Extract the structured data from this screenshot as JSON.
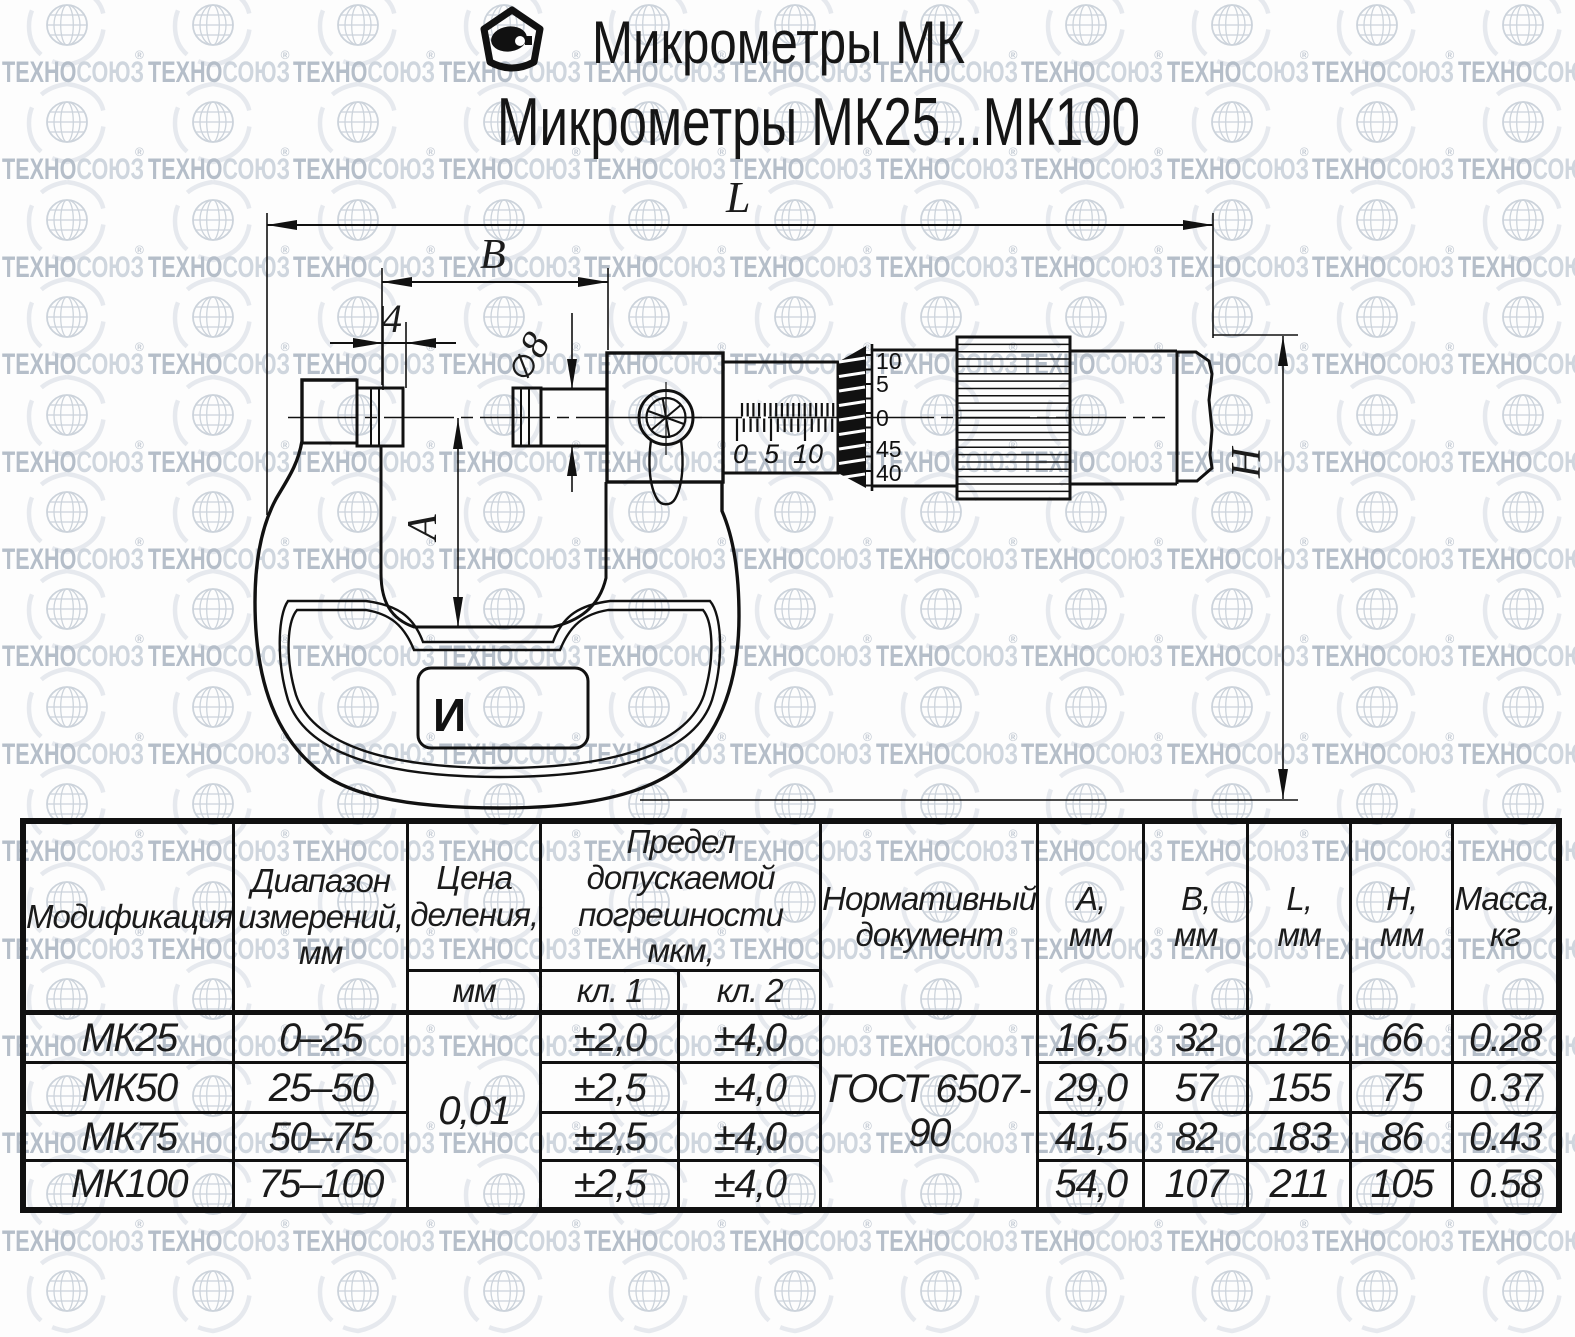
{
  "watermark": {
    "dark": "ТЕХНО",
    "light": "СОЮЗ",
    "reg": "®"
  },
  "title": {
    "line1": "Микрометры МК",
    "line2": "Микрометры МК25...МК100"
  },
  "drawing": {
    "labels": {
      "L": "L",
      "B": "B",
      "four": "4",
      "dia8": "8",
      "A": "A",
      "H": "H"
    },
    "sleeve_numbers": [
      "0",
      "5",
      "10"
    ],
    "thimble_numbers": [
      "10",
      "5",
      "0",
      "45",
      "40"
    ],
    "frame_logo": "И"
  },
  "table": {
    "headers": {
      "mod": "Модификация",
      "range": [
        "Диапазон",
        "измерений,",
        "мм"
      ],
      "price": [
        "Цена",
        "деления,"
      ],
      "price_unit": "мм",
      "limit": [
        "Предел допускаемой",
        "погрешности  мкм,"
      ],
      "cl1": "кл. 1",
      "cl2": "кл. 2",
      "norm": [
        "Нормативный",
        "документ"
      ],
      "A": [
        "А,",
        "мм"
      ],
      "B": [
        "В,",
        "мм"
      ],
      "L": [
        "L,",
        "мм"
      ],
      "H": [
        "Н,",
        "мм"
      ],
      "mass": [
        "Масса,",
        "кг"
      ]
    },
    "merged": {
      "price": "0,01",
      "norm": "ГОСТ 6507-90"
    },
    "rows": [
      {
        "mod": "МК25",
        "range": "0–25",
        "cl1": "±2,0",
        "cl2": "±4,0",
        "A": "16,5",
        "B": "32",
        "L": "126",
        "H": "66",
        "mass": "0.28"
      },
      {
        "mod": "МК50",
        "range": "25–50",
        "cl1": "±2,5",
        "cl2": "±4,0",
        "A": "29,0",
        "B": "57",
        "L": "155",
        "H": "75",
        "mass": "0.37"
      },
      {
        "mod": "МК75",
        "range": "50–75",
        "cl1": "±2,5",
        "cl2": "±4,0",
        "A": "41,5",
        "B": "82",
        "L": "183",
        "H": "86",
        "mass": "0.43"
      },
      {
        "mod": "МК100",
        "range": "75–100",
        "cl1": "±2,5",
        "cl2": "±4,0",
        "A": "54,0",
        "B": "107",
        "L": "211",
        "H": "105",
        "mass": "0.58"
      }
    ]
  }
}
